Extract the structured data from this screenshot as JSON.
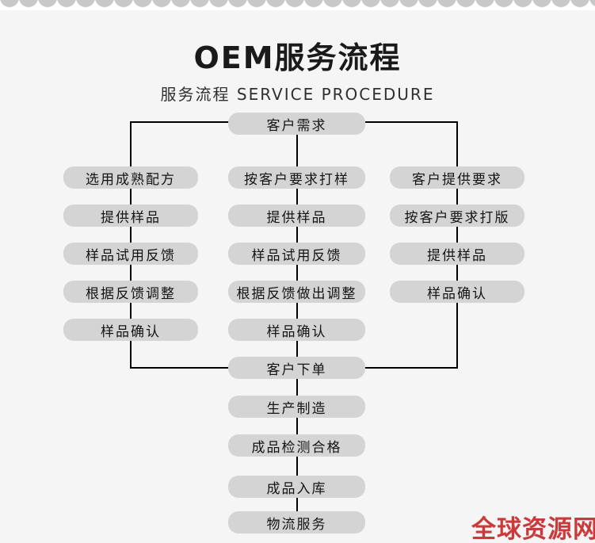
{
  "page": {
    "title": "OEM服务流程",
    "subtitle": "服务流程 SERVICE PROCEDURE",
    "watermark": "全球资源网"
  },
  "flow": {
    "top": "客户需求",
    "columns": [
      {
        "steps": [
          "选用成熟配方",
          "提供样品",
          "样品试用反馈",
          "根据反馈调整",
          "样品确认"
        ]
      },
      {
        "steps": [
          "按客户要求打样",
          "提供样品",
          "样品试用反馈",
          "根据反馈做出调整",
          "样品确认"
        ]
      },
      {
        "steps": [
          "客户提供要求",
          "按客户要求打版",
          "提供样品",
          "样品确认"
        ]
      }
    ],
    "bottom": [
      "客户下单",
      "生产制造",
      "成品检测合格",
      "成品入库",
      "物流服务"
    ]
  },
  "colors": {
    "background": "#f5f5f6",
    "node_fill": "#d4d4d4",
    "node_text": "#141414",
    "connector": "#000000",
    "watermark_red": "#cb3a3b",
    "scallop_gray": "#c8c8c8"
  }
}
